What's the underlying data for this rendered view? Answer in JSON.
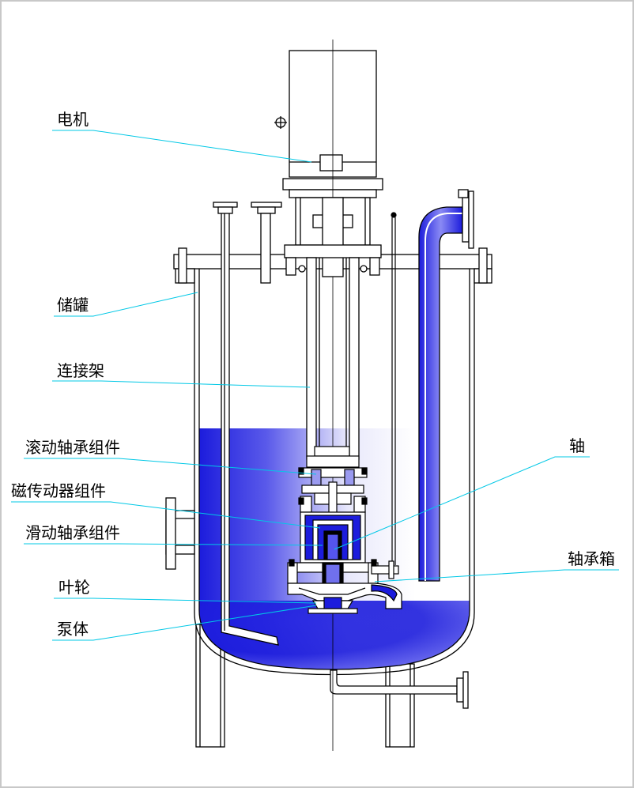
{
  "labels": {
    "motor": "电机",
    "tank": "储罐",
    "connecting_frame": "连接架",
    "rolling_bearing": "滚动轴承组件",
    "magnetic_drive": "磁传动器组件",
    "sliding_bearing": "滑动轴承组件",
    "impeller": "叶轮",
    "pump_body": "泵体",
    "shaft": "轴",
    "bearing_box": "轴承箱"
  },
  "colors": {
    "liquid": "#1c1cdc",
    "liquid_light": "#ffffff",
    "leader_line": "#00c8e6",
    "outline": "#000000",
    "frame": "#c8c8c8"
  }
}
